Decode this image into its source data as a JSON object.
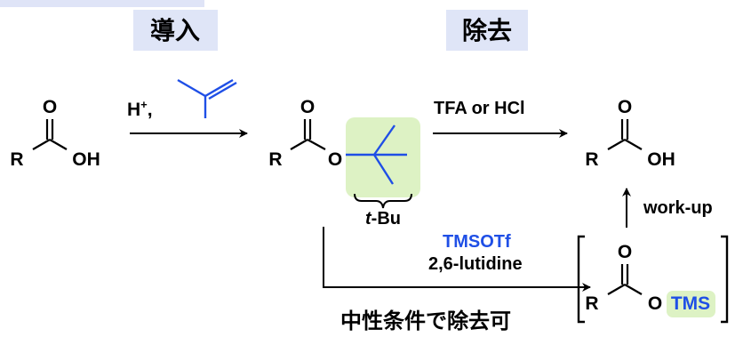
{
  "headings": {
    "introduction": "導入",
    "removal": "除去"
  },
  "atoms": {
    "carbonyl_o": "O",
    "r_group": "R",
    "hydroxyl": "OH",
    "ether_o": "O",
    "tms_o": "O",
    "tms": "TMS"
  },
  "reagents": {
    "proton_base": "H",
    "proton_charge": "+",
    "proton_comma": ",",
    "acid": "TFA or HCl",
    "tmsotf": "TMSOTf",
    "lutidine": "2,6-lutidine",
    "workup": "work-up"
  },
  "tbu_label": {
    "prefix": "t",
    "suffix": "-Bu"
  },
  "footer_note": "中性条件で除去可",
  "colors": {
    "heading_box": "#dfe5f7",
    "top_strip": "#dfe4f7",
    "highlight": "#ddf2c4",
    "blue": "#1f4fe6",
    "skeleton": "#1f4fe6",
    "ink": "#000000"
  }
}
